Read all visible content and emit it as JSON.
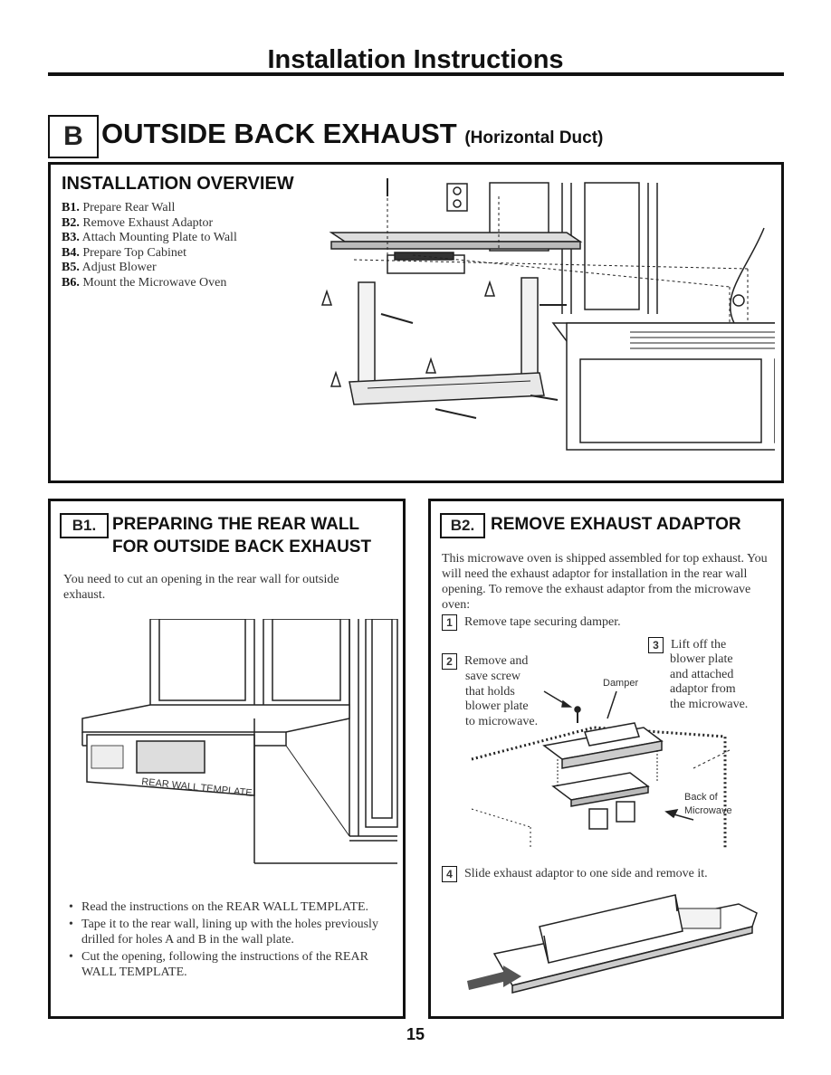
{
  "header": {
    "title": "Installation Instructions"
  },
  "section": {
    "letter": "B",
    "title": "OUTSIDE BACK EXHAUST",
    "subtitle": "(Horizontal Duct)"
  },
  "overview": {
    "title": "INSTALLATION OVERVIEW",
    "steps": [
      {
        "id": "B1.",
        "text": "Prepare Rear Wall"
      },
      {
        "id": "B2.",
        "text": "Remove Exhaust Adaptor"
      },
      {
        "id": "B3.",
        "text": "Attach Mounting Plate to Wall"
      },
      {
        "id": "B4.",
        "text": "Prepare Top Cabinet"
      },
      {
        "id": "B5.",
        "text": "Adjust Blower"
      },
      {
        "id": "B6.",
        "text": "Mount the Microwave Oven"
      }
    ]
  },
  "b1": {
    "tag": "B1.",
    "title_line1": "PREPARING THE REAR WALL",
    "title_line2": "FOR OUTSIDE BACK EXHAUST",
    "intro": "You need to cut an opening in the rear wall for outside exhaust.",
    "template_label": "REAR WALL TEMPLATE",
    "bullets": [
      "Read the instructions on the REAR WALL TEMPLATE.",
      "Tape it to the rear wall, lining up with the holes previously drilled for holes A and B in the wall plate.",
      "Cut the opening, following the instructions of the REAR WALL TEMPLATE."
    ]
  },
  "b2": {
    "tag": "B2.",
    "title": "REMOVE EXHAUST ADAPTOR",
    "intro": "This microwave oven is shipped assembled for top exhaust. You will need the exhaust adaptor for installation in the rear wall opening. To remove the exhaust adaptor from the microwave oven:",
    "steps": [
      {
        "num": "1",
        "text": "Remove tape securing damper."
      },
      {
        "num": "2",
        "line1": "Remove and",
        "line2": "save screw",
        "line3": "that holds",
        "line4": "blower plate",
        "line5": "to microwave."
      },
      {
        "num": "3",
        "line1": "Lift off the",
        "line2": "blower plate",
        "line3": "and attached",
        "line4": "adaptor from",
        "line5": "the microwave."
      },
      {
        "num": "4",
        "text": "Slide exhaust adaptor to one side and remove it."
      }
    ],
    "labels": {
      "damper": "Damper",
      "back_line1": "Back of",
      "back_line2": "Microwave"
    }
  },
  "page_number": "15"
}
